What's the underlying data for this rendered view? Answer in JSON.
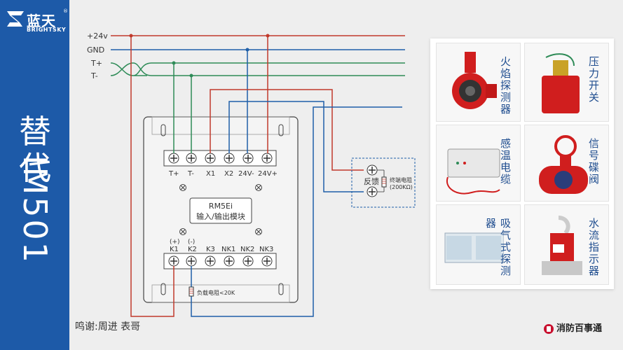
{
  "brand": {
    "name_cn": "蓝天",
    "name_en": "BRIGHTSKY",
    "reg": "®"
  },
  "sidebar": {
    "title_cn": "替代",
    "title_code": "IM501"
  },
  "buses": {
    "p24v": "+24v",
    "gnd": "GND",
    "tplus": "T+",
    "tminus": "T-"
  },
  "module": {
    "terminals_top": [
      "T+",
      "T-",
      "X1",
      "X2",
      "24V-",
      "24V+"
    ],
    "model": "RM5Ei",
    "name": "输入/输出模块",
    "polarity": [
      "(+)",
      "(-)"
    ],
    "terminals_bottom": [
      "K1",
      "K2",
      "K3",
      "NK1",
      "NK2",
      "NK3"
    ],
    "load_resistor": "负载电阻<20K"
  },
  "feedback": {
    "label": "反馈",
    "eol_line1": "终端电阻",
    "eol_line2": "(200KΩ)"
  },
  "devices": [
    {
      "label": "火焰探测器",
      "icon": "flame-detector-icon"
    },
    {
      "label": "压力开关",
      "icon": "pressure-switch-icon"
    },
    {
      "label": "感温电缆",
      "icon": "heat-cable-icon"
    },
    {
      "label": "信号碟阀",
      "icon": "signal-butterfly-valve-icon"
    },
    {
      "label": "吸气式探测器",
      "icon": "aspirating-detector-icon"
    },
    {
      "label": "水流指示器",
      "icon": "water-flow-indicator-icon"
    }
  ],
  "footer": {
    "credit": "鸣谢:周进  表哥",
    "brand": "消防百事通"
  },
  "colors": {
    "sidebar": "#1d5aa8",
    "red_wire": "#c0392b",
    "green_wire": "#2e8b57",
    "blue_wire": "#1f5fa8"
  }
}
